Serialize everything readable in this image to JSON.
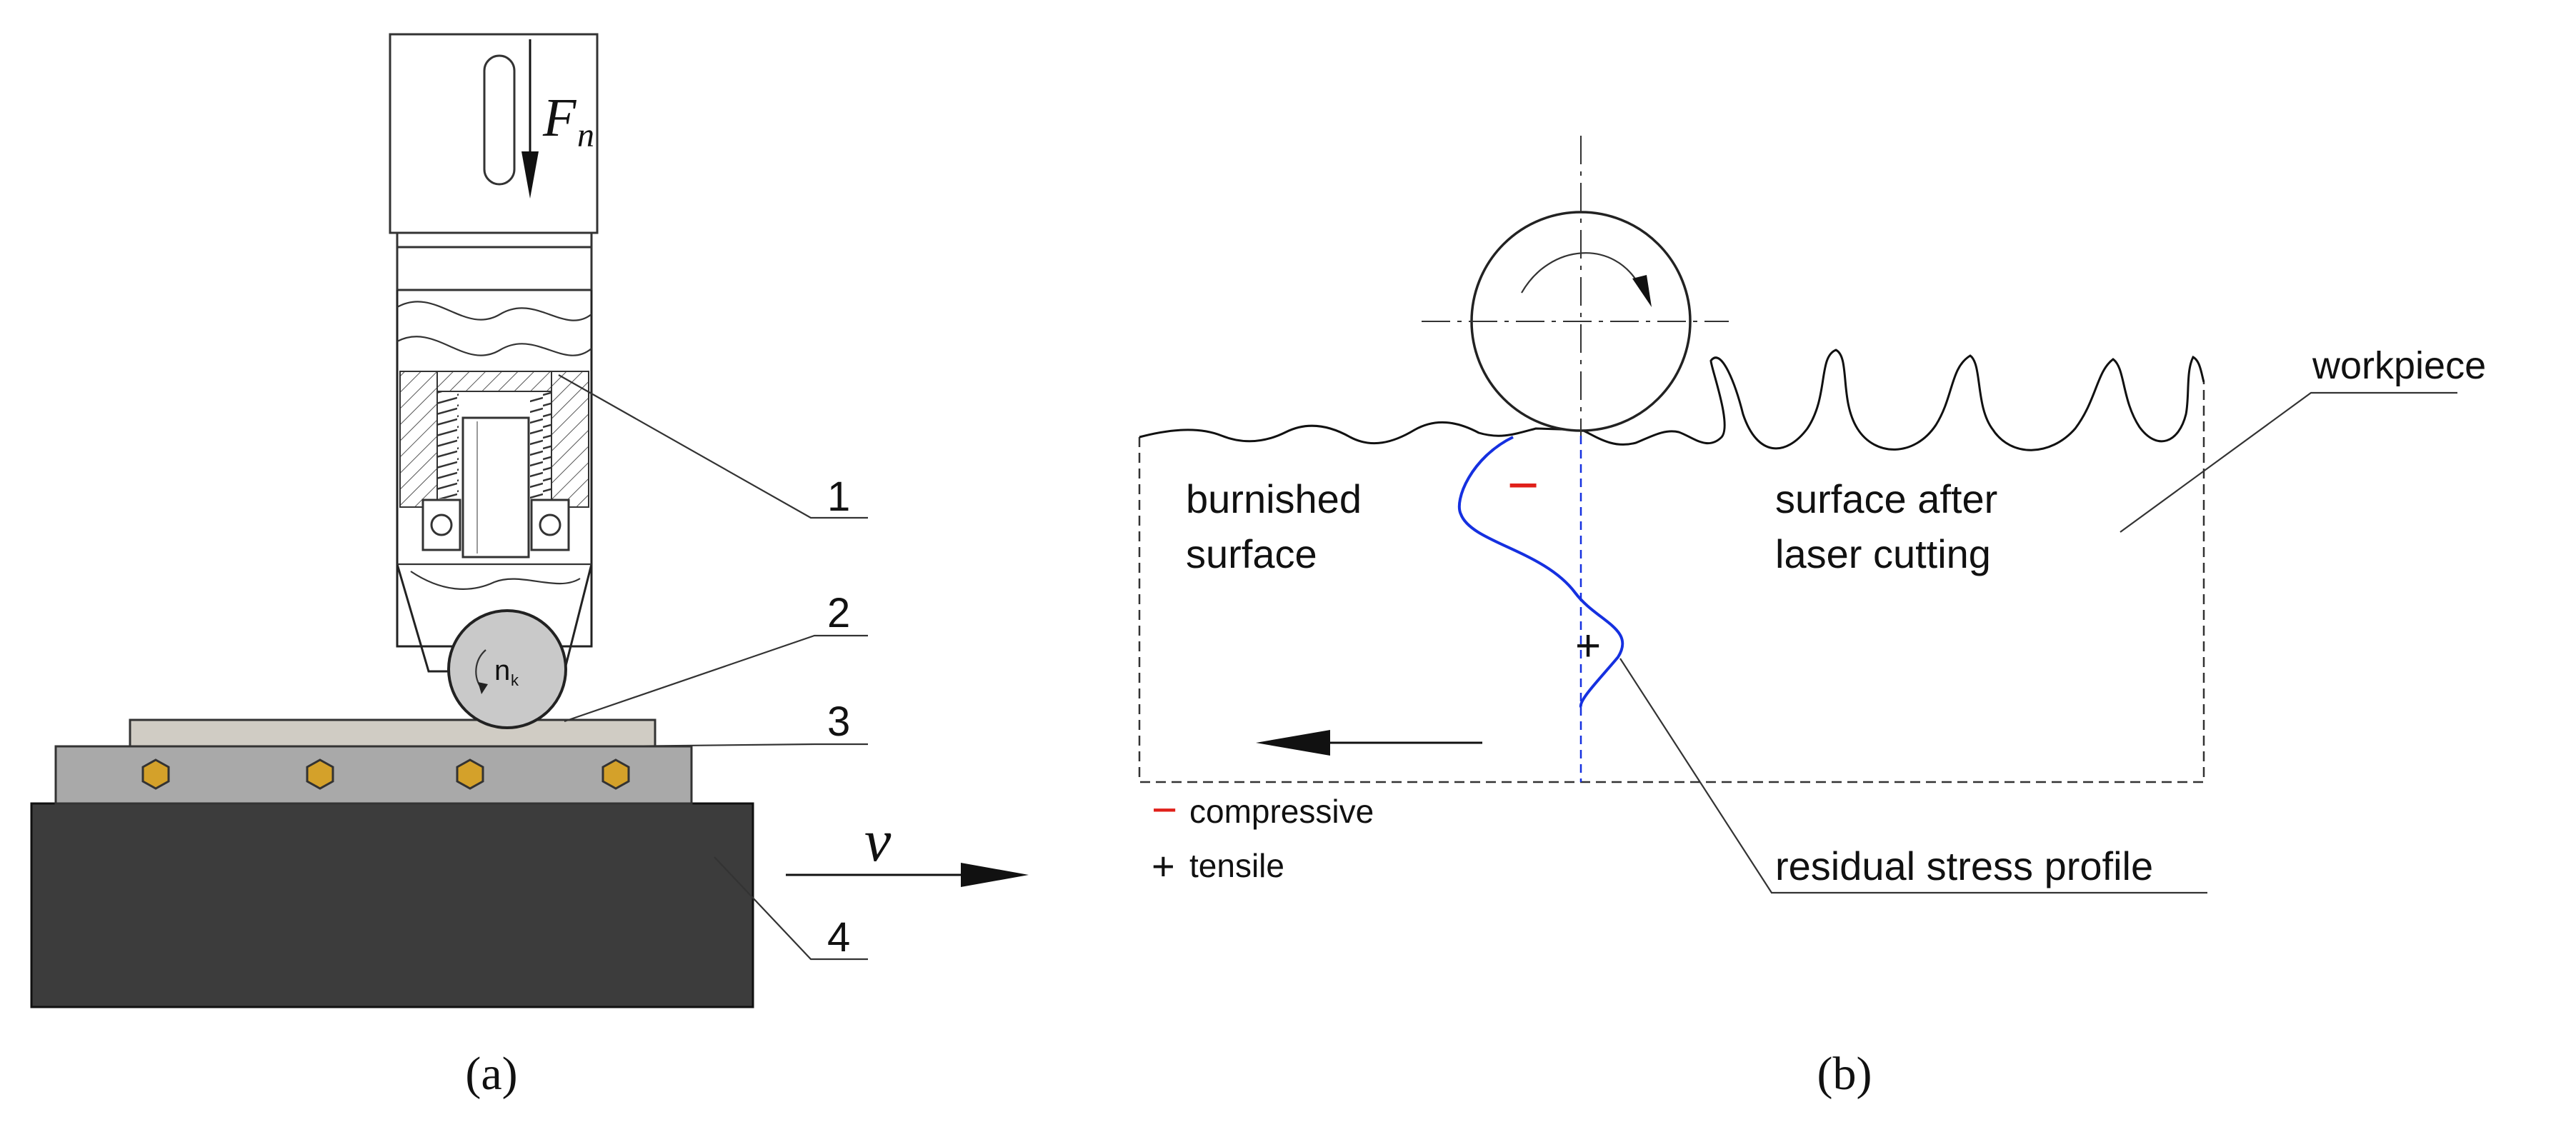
{
  "panel_a": {
    "caption": "(a)",
    "force_label": "F",
    "force_subscript": "n",
    "roller_label": "n",
    "roller_subscript": "k",
    "velocity_label": "v",
    "callouts": [
      "1",
      "2",
      "3",
      "4"
    ]
  },
  "panel_b": {
    "caption": "(b)",
    "workpiece_label": "workpiece",
    "burnished_line1": "burnished",
    "burnished_line2": "surface",
    "laser_line1": "surface after",
    "laser_line2": "laser cutting",
    "profile_label": "residual stress profile",
    "minus_sign": "−",
    "plus_sign": "+",
    "legend": [
      {
        "symbol": "−",
        "label": "compressive",
        "color": "#e0201a"
      },
      {
        "symbol": "+",
        "label": "tensile",
        "color": "#111111"
      }
    ],
    "profile_color": "#1530e0",
    "compressive_color": "#e0201a"
  }
}
